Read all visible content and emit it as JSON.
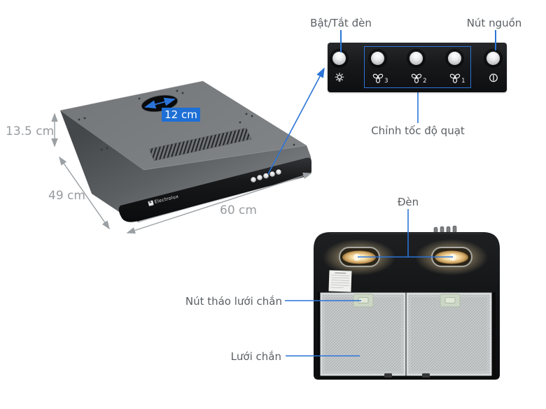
{
  "brand": "Electrolux",
  "brand_mark": "E",
  "dimensions": {
    "height": "13.5 cm",
    "depth": "49 cm",
    "width": "60 cm",
    "duct_diameter": "12 cm"
  },
  "panel": {
    "light_label": "Bật/Tắt đèn",
    "power_label": "Nút nguồn",
    "fan_label": "Chỉnh tốc độ quạt",
    "buttons": [
      {
        "icon": "light-bulb-icon",
        "speed": ""
      },
      {
        "icon": "fan-icon",
        "speed": "3"
      },
      {
        "icon": "fan-icon",
        "speed": "2"
      },
      {
        "icon": "fan-icon",
        "speed": "1"
      },
      {
        "icon": "power-icon",
        "speed": ""
      }
    ]
  },
  "underside": {
    "lamp_label": "Đèn",
    "filter_release_label": "Nút tháo lưới chắn",
    "filter_label": "Lưới chắn"
  },
  "colors": {
    "accent_blue": "#2b74d8",
    "badge_blue": "#1e6fd6",
    "label_gray": "#5b5f63",
    "dimension_gray": "#989b9e",
    "hood_top_gray": "#7b7e81",
    "band_black": "#141516",
    "lamp_glow": "#f6dda4",
    "filter_mesh": "#c9cdce",
    "latch_green": "#ccd6c6"
  }
}
